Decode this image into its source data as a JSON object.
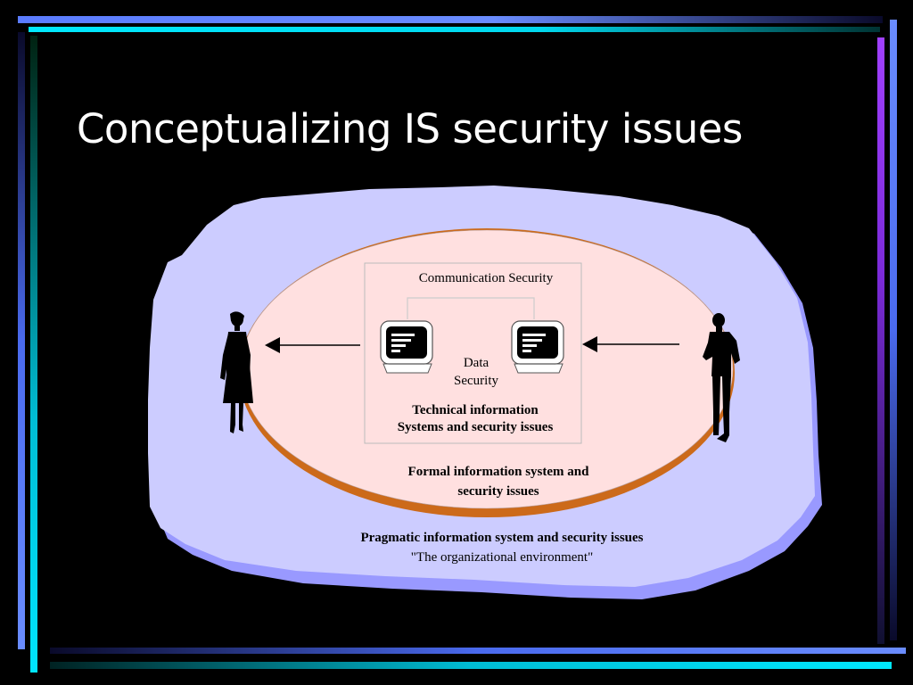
{
  "slide": {
    "title": "Conceptualizing IS security issues"
  },
  "diagram": {
    "communication_security": "Communication Security",
    "data_security_line1": "Data",
    "data_security_line2": "Security",
    "technical_line1": "Technical information",
    "technical_line2": "Systems and security issues",
    "formal_line1": "Formal information system and",
    "formal_line2": "security issues",
    "pragmatic_line1": "Pragmatic information system and security issues",
    "pragmatic_line2": "\"The organizational environment\""
  },
  "colors": {
    "background": "#000000",
    "outer_blob": "#ccccff",
    "outer_blob_shadow": "#9999ff",
    "ellipse_fill": "#ffe0e0",
    "ellipse_border": "#cc6a1a",
    "accent_cyan": "#00e5ff",
    "accent_blue": "#6699ff",
    "accent_purple": "#9933ff"
  }
}
